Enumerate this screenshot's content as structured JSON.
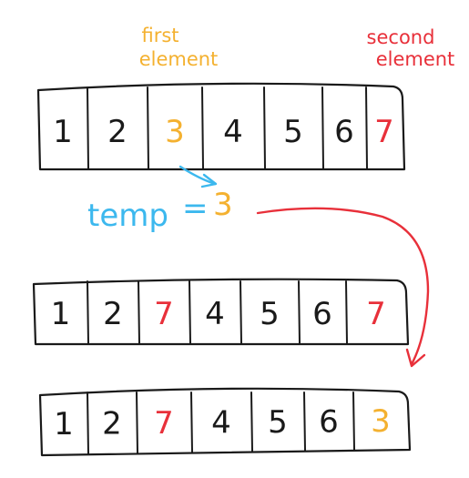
{
  "colors": {
    "ink": "#1a1a1a",
    "first": "#f4b130",
    "second": "#e8303a",
    "temp": "#3cb8ee"
  },
  "labels": {
    "first_line1": "first",
    "first_line2": "element",
    "second_line1": "second",
    "second_line2": "element"
  },
  "temp": {
    "name": "temp",
    "equals": "=",
    "value": "3"
  },
  "arrays": [
    {
      "cells": [
        {
          "value": "1",
          "color": "ink"
        },
        {
          "value": "2",
          "color": "ink"
        },
        {
          "value": "3",
          "color": "first"
        },
        {
          "value": "4",
          "color": "ink"
        },
        {
          "value": "5",
          "color": "ink"
        },
        {
          "value": "6",
          "color": "ink"
        },
        {
          "value": "7",
          "color": "second"
        }
      ]
    },
    {
      "cells": [
        {
          "value": "1",
          "color": "ink"
        },
        {
          "value": "2",
          "color": "ink"
        },
        {
          "value": "7",
          "color": "second"
        },
        {
          "value": "4",
          "color": "ink"
        },
        {
          "value": "5",
          "color": "ink"
        },
        {
          "value": "6",
          "color": "ink"
        },
        {
          "value": "7",
          "color": "second"
        }
      ]
    },
    {
      "cells": [
        {
          "value": "1",
          "color": "ink"
        },
        {
          "value": "2",
          "color": "ink"
        },
        {
          "value": "7",
          "color": "second"
        },
        {
          "value": "4",
          "color": "ink"
        },
        {
          "value": "5",
          "color": "ink"
        },
        {
          "value": "6",
          "color": "ink"
        },
        {
          "value": "3",
          "color": "first"
        }
      ]
    }
  ]
}
